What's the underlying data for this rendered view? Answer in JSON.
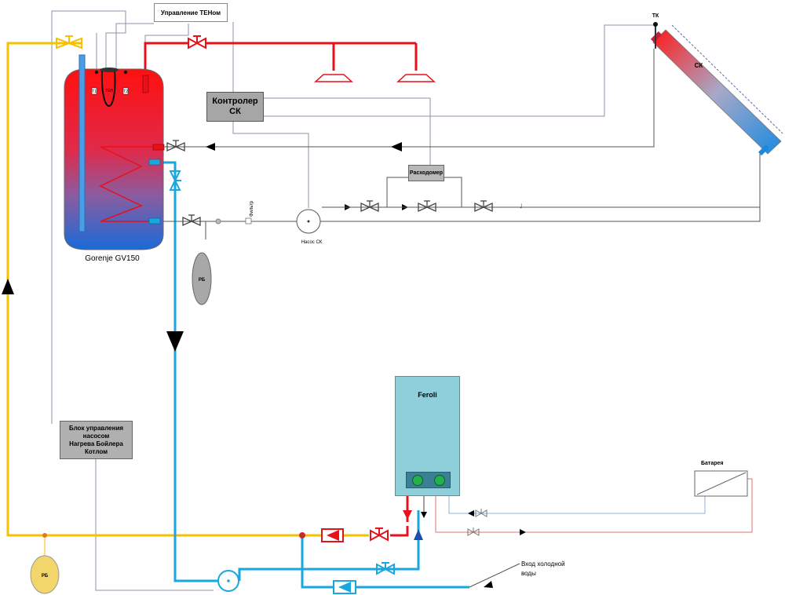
{
  "labels": {
    "tenom_control": "Управление ТЕНом",
    "controller": "Контролер СК",
    "flowmeter": "Расходомер",
    "filter": "Фильтр",
    "pump_sk": "Насос СК",
    "boiler_name": "Gorenje GV150",
    "tank_rb": "РБ",
    "tank_rb_bottom": "РБ",
    "tk": "ТК",
    "sk": "СК",
    "ten": "ТЕН",
    "t1": "T1",
    "t2": "T2",
    "pump_block_line1": "Блок управления",
    "pump_block_line2": "насосом",
    "pump_block_line3": "Нагрева Бойлера",
    "pump_block_line4": "Котлом",
    "feroli": "Feroli",
    "battery": "Батарея",
    "cold_water_line1": "Вход холодной",
    "cold_water_line2": "воды"
  },
  "colors": {
    "hot": "#e8101a",
    "cold": "#19a7e0",
    "heating": "#f5c000",
    "signal": "#9090a8",
    "controller_fill": "#a6a6a6",
    "boiler_cabinet": "#8ecfd9",
    "burner_green": "#22b14c"
  }
}
